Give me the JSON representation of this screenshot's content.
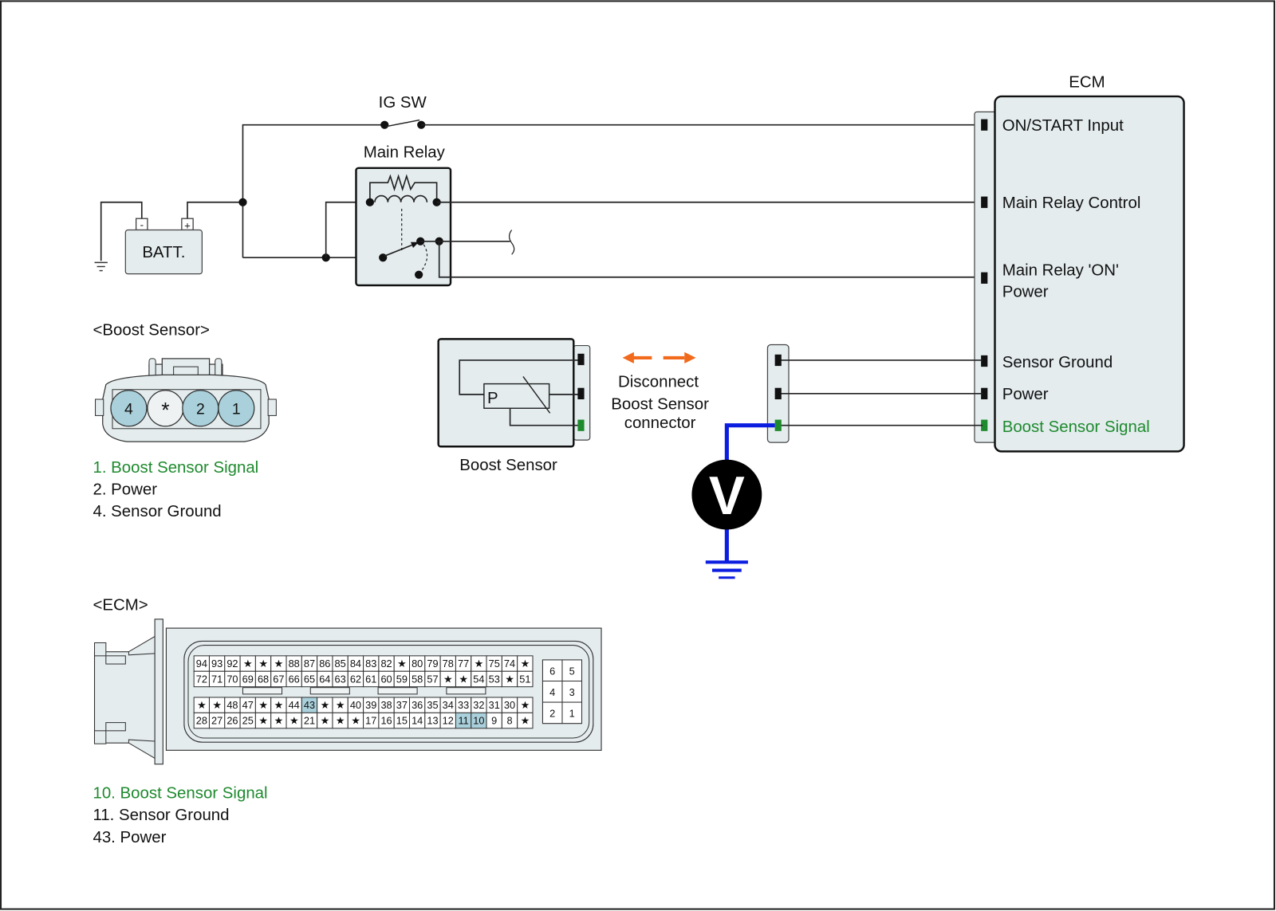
{
  "diagram": {
    "ig_switch_label": "IG SW",
    "main_relay_label": "Main Relay",
    "battery": {
      "label": "BATT.",
      "neg": "-",
      "pos": "+"
    },
    "ecm_label": "ECM",
    "ecm_pins": [
      {
        "label": "ON/START Input",
        "color": "black"
      },
      {
        "label": "Main Relay Control",
        "color": "black"
      },
      {
        "label_line1": "Main Relay 'ON'",
        "label_line2": "Power",
        "color": "black"
      },
      {
        "label": "Sensor Ground",
        "color": "black"
      },
      {
        "label": "Power",
        "color": "black"
      },
      {
        "label": "Boost Sensor Signal",
        "color": "green"
      }
    ],
    "sensor_block": {
      "label": "Boost Sensor",
      "element_label": "P"
    },
    "disconnect_note": {
      "line1": "Disconnect",
      "line2": "Boost Sensor",
      "line3": "connector"
    },
    "voltmeter_label": "V",
    "colors": {
      "signal": "#1e8a2e",
      "meter_wire": "#0b1ee0",
      "arrow": "#f26a1b",
      "highlight": "#a9d0db",
      "panel": "#e4ecee"
    }
  },
  "boost_connector": {
    "title": "<Boost Sensor>",
    "pins": [
      "4",
      "*",
      "2",
      "1"
    ],
    "legend": [
      {
        "text": "1. Boost Sensor Signal",
        "color": "green"
      },
      {
        "text": "2. Power",
        "color": "black"
      },
      {
        "text": "4. Sensor Ground",
        "color": "black"
      }
    ]
  },
  "ecm_connector": {
    "title": "<ECM>",
    "rows": [
      [
        "94",
        "93",
        "92",
        "★",
        "★",
        "★",
        "88",
        "87",
        "86",
        "85",
        "84",
        "83",
        "82",
        "★",
        "80",
        "79",
        "78",
        "77",
        "★",
        "75",
        "74",
        "★"
      ],
      [
        "72",
        "71",
        "70",
        "69",
        "68",
        "67",
        "66",
        "65",
        "64",
        "63",
        "62",
        "61",
        "60",
        "59",
        "58",
        "57",
        "★",
        "★",
        "54",
        "53",
        "★",
        "51"
      ],
      [
        "★",
        "★",
        "48",
        "47",
        "★",
        "★",
        "44",
        "43",
        "★",
        "★",
        "40",
        "39",
        "38",
        "37",
        "36",
        "35",
        "34",
        "33",
        "32",
        "31",
        "30",
        "★"
      ],
      [
        "28",
        "27",
        "26",
        "25",
        "★",
        "★",
        "★",
        "21",
        "★",
        "★",
        "★",
        "17",
        "16",
        "15",
        "14",
        "13",
        "12",
        "11",
        "10",
        "9",
        "8",
        "★"
      ]
    ],
    "highlighted": [
      "43",
      "11",
      "10"
    ],
    "small_block": [
      [
        "6",
        "5"
      ],
      [
        "4",
        "3"
      ],
      [
        "2",
        "1"
      ]
    ],
    "legend": [
      {
        "text": "10. Boost Sensor Signal",
        "color": "green"
      },
      {
        "text": "11. Sensor Ground",
        "color": "black"
      },
      {
        "text": "43. Power",
        "color": "black"
      }
    ]
  }
}
